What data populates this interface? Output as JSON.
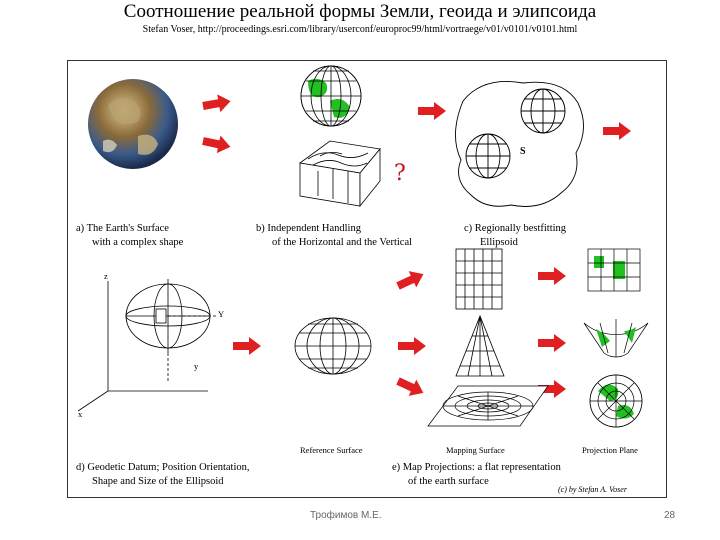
{
  "header": {
    "title": "Соотношение реальной формы Земли, геоида и элипсоида",
    "subtitle": "Stefan Voser, http://proceedings.esri.com/library/userconf/europroc99/html/vortraege/v01/v0101/v0101.html"
  },
  "figure": {
    "question_mark": "?",
    "captions": {
      "a_line1": "a)  The Earth's Surface",
      "a_line2": "with a complex shape",
      "b_line1": "b)  Independent Handling",
      "b_line2": "of the Horizontal and the Vertical",
      "c_line1": "c)  Regionally bestfitting",
      "c_line2": "Ellipsoid",
      "d_line1": "d)  Geodetic Datum; Position Orientation,",
      "d_line2": "Shape and Size of the Ellipsoid",
      "e_line1": "e)  Map Projections: a flat representation",
      "e_line2": "of the earth surface"
    },
    "labels": {
      "reference_surface": "Reference Surface",
      "mapping_surface": "Mapping Surface",
      "projection_plane": "Projection Plane",
      "s_marker": "S",
      "axis_z": "z",
      "axis_y": "y",
      "axis_x": "x",
      "axis_y2": "Y"
    },
    "credit": "(c) by Stefan A. Voser",
    "colors": {
      "arrow": "#e02020",
      "land": "#22c022",
      "grid": "#000000"
    }
  },
  "footer": {
    "author": "Трофимов М.Е.",
    "page": "28"
  }
}
